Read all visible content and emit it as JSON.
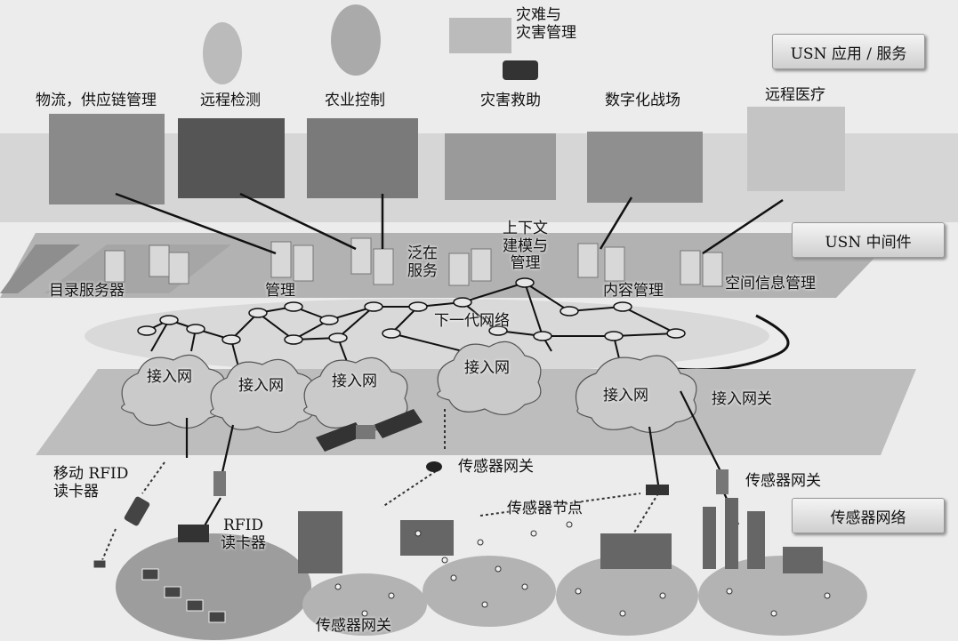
{
  "layers": {
    "app_service": "USN 应用 / 服务",
    "middleware": "USN 中间件",
    "sensor_network": "传感器网络"
  },
  "applications": {
    "logistics": "物流，供应链管理",
    "remote_monitoring": "远程检测",
    "agriculture": "农业控制",
    "disaster_mgmt": "灾难与\n灾害管理",
    "disaster_relief": "灾害救助",
    "digital_battlefield": "数字化战场",
    "telemedicine": "远程医疗"
  },
  "middleware": {
    "directory_server": "目录服务器",
    "management": "管理",
    "ubiquitous_service": "泛在\n服务",
    "context_modeling": "上下文\n建模与\n管理",
    "content_management": "内容管理",
    "spatial_info": "空间信息管理"
  },
  "network": {
    "next_gen": "下一代网络",
    "access_network": "接入网",
    "access_gateway": "接入网关"
  },
  "sensor": {
    "mobile_rfid_reader": "移动 RFID\n读卡器",
    "rfid_reader": "RFID\n读卡器",
    "sensor_gateway": "传感器网关",
    "sensor_node": "传感器节点"
  },
  "colors": {
    "plane": "#b9b9b9",
    "plane_dark": "#9a9a9a",
    "cloud": "#c9c9c9",
    "line": "#1a1a1a"
  }
}
